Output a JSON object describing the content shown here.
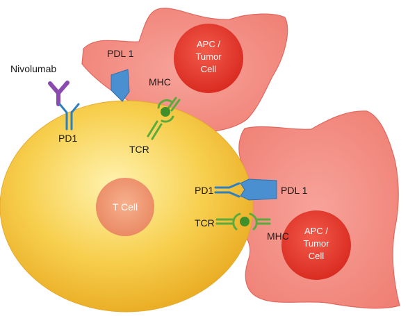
{
  "labels": {
    "nivolumab": "Nivolumab",
    "pd1_top": "PD1",
    "pdl1_top": "PDL 1",
    "mhc_top": "MHC",
    "tcr_top": "TCR",
    "apc_top": [
      "APC /",
      "Tumor",
      "Cell"
    ],
    "tcell": "T Cell",
    "pd1_right": "PD1",
    "pdl1_right": "PDL 1",
    "tcr_right": "TCR",
    "mhc_right": "MHC",
    "apc_bottom": [
      "APC /",
      "Tumor",
      "Cell"
    ]
  },
  "colors": {
    "tcell_body": "#f5c43a",
    "tcell_nucleus": "#f0a07a",
    "apc_body": "#f48a80",
    "apc_nucleus": "#e8342a",
    "receptor_blue": "#2e7fc0",
    "pdl1_blue": "#4a90d0",
    "mhc_green": "#5aaa3c",
    "nivolumab_purple": "#8a4ab0"
  }
}
